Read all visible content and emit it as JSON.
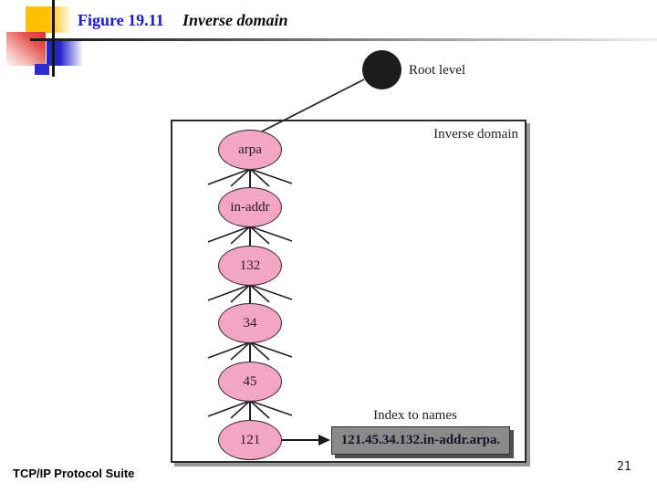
{
  "slide": {
    "title": {
      "figure_label": "Figure 19.11",
      "figure_title": "Inverse domain"
    },
    "footer": {
      "left_text": "TCP/IP Protocol Suite",
      "page_number": "21"
    }
  },
  "diagram": {
    "root_label": "Root level",
    "domain_label": "Inverse domain",
    "index_label": "Index to names",
    "address_text": "121.45.34.132.in-addr.arpa.",
    "nodes": [
      "arpa",
      "in-addr",
      "132",
      "34",
      "45",
      "121"
    ],
    "colors": {
      "node_fill": "#F2A6C3",
      "node_stroke": "#3A2533",
      "root_fill": "#1C1C1C",
      "title_blue": "#1A1ACC",
      "address_box_fill": "#8A8A8A",
      "address_box_shadow": "#4F4F4F",
      "line_color": "#1F1F1F"
    }
  }
}
